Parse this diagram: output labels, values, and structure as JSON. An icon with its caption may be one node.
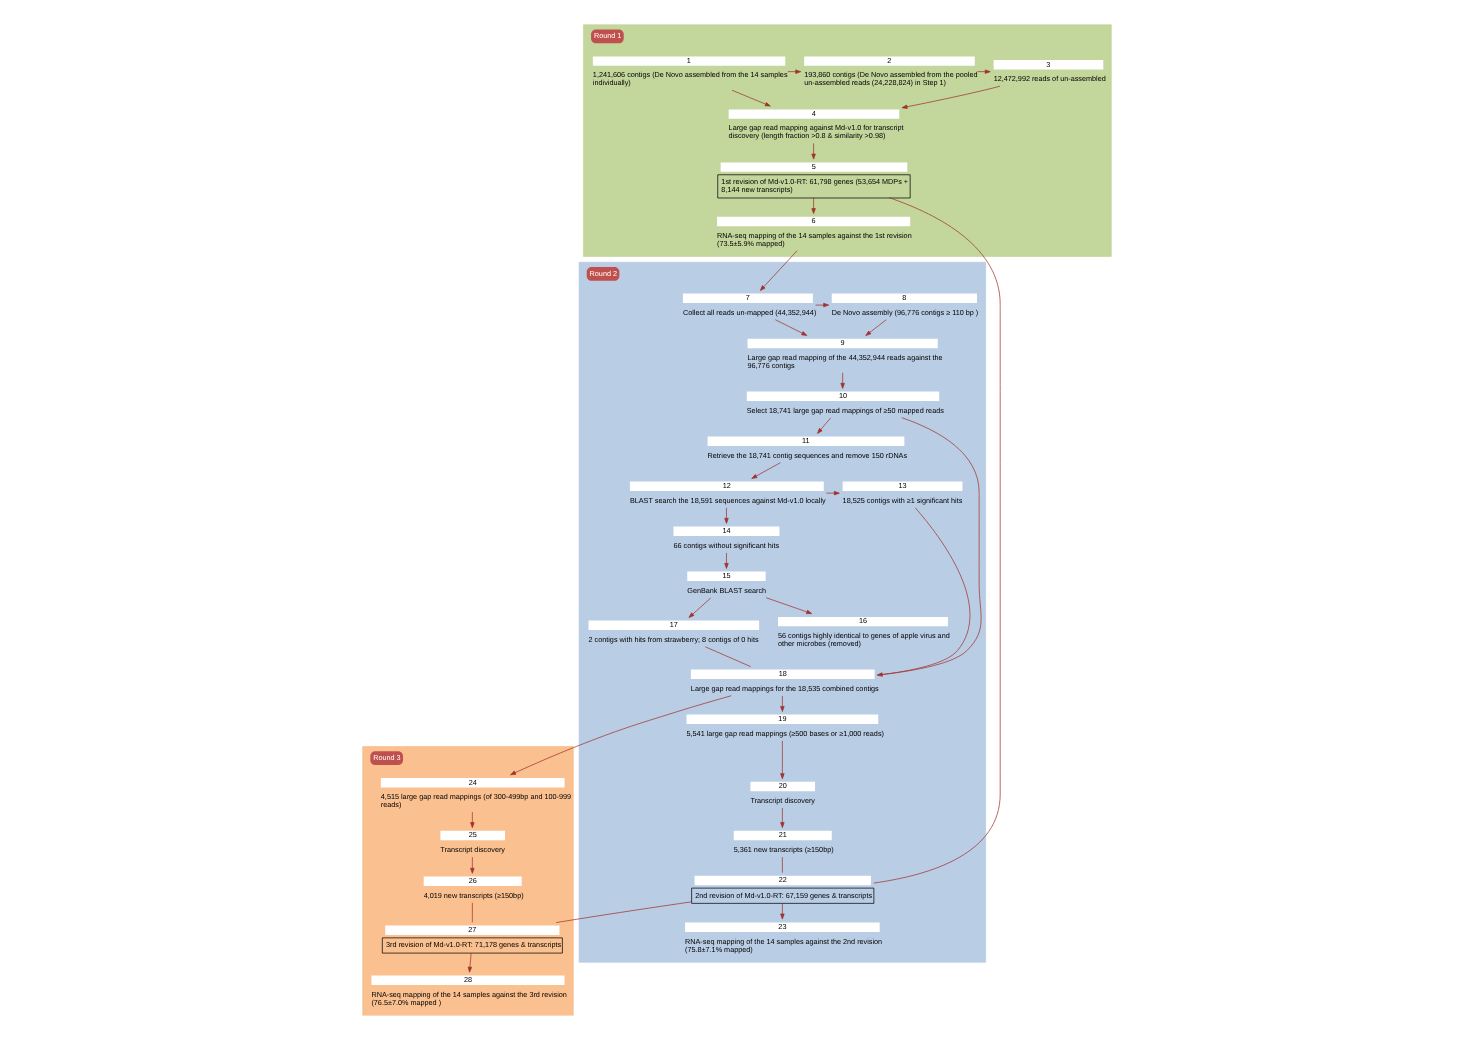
{
  "diagram": {
    "nodes": [
      {
        "text": [
          "Round 1"
        ]
      },
      {
        "text": [
          "1",
          "1,241,606 contigs (De Novo assembled from the 14 samples individually)"
        ],
        "in": 0
      },
      {
        "text": [
          "2",
          "193,860 contigs (De Novo assembled from the pooled un-assembled reads (24,228,824) in Step 1)"
        ],
        "in": 0
      },
      {
        "text": [
          "3",
          "12,472,992 reads of un-assembled"
        ],
        "in": 0
      },
      {
        "text": [
          "4",
          "Large gap read mapping against Md-v1.0 for transcript discovery (length fraction >0.8 & similarity >0.98)"
        ],
        "in": 0
      },
      {
        "text": [
          "5",
          "1st revision of Md-v1.0-RT: 61,798 genes (53,654 MDPs + 8,144 new transcripts)"
        ],
        "in": 0
      },
      {
        "text": [
          "6",
          "RNA-seq mapping of the 14 samples against the 1st revision (73.5±5.9% mapped)"
        ],
        "in": 0
      },
      {
        "text": [
          "Round 2"
        ]
      },
      {
        "text": [
          "7",
          "Collect all reads un-mapped (44,352,944)"
        ],
        "in": 7
      },
      {
        "text": [
          "8",
          "De Novo assembly (96,776 contigs ≥ 110 bp )"
        ],
        "in": 7
      },
      {
        "text": [
          "9",
          "Large gap read mapping of the 44,352,944 reads against the 96,776 contigs"
        ],
        "in": 7
      },
      {
        "text": [
          "10",
          "Select 18,741 large gap read mappings of ≥50 mapped reads"
        ],
        "in": 7
      },
      {
        "text": [
          "11",
          "Retrieve the 18,741 contig sequences and remove 150 rDNAs"
        ],
        "in": 7
      },
      {
        "text": [
          "12",
          "BLAST search the 18,591 sequences against Md-v1.0 locally"
        ],
        "in": 7
      },
      {
        "text": [
          "13",
          "18,525 contigs with ≥1 significant hits"
        ],
        "in": 7
      },
      {
        "text": [
          "14",
          "66 contigs without significant hits"
        ],
        "in": 7
      },
      {
        "text": [
          "15",
          "GenBank BLAST search"
        ],
        "in": 7
      },
      {
        "text": [
          "16",
          "56 contigs highly identical to genes of apple virus and other microbes (removed)"
        ],
        "in": 7
      },
      {
        "text": [
          "17",
          "2 contigs with hits from strawberry; 8 contigs of 0 hits"
        ],
        "in": 7
      },
      {
        "text": [
          "18",
          "Large gap read mappings for the 18,535 combined contigs"
        ],
        "in": 7
      },
      {
        "text": [
          "19",
          "5,541 large gap read mappings (≥500 bases or ≥1,000 reads)"
        ],
        "in": 7
      },
      {
        "text": [
          "20",
          "Transcript discovery"
        ],
        "in": 7
      },
      {
        "text": [
          "21",
          "5,361 new transcripts (≥150bp)"
        ],
        "in": 7
      },
      {
        "text": [
          "22",
          "2nd revision of Md-v1.0-RT: 67,159 genes & transcripts"
        ],
        "in": 7
      },
      {
        "text": [
          "23",
          "RNA-seq mapping of the 14 samples against the 2nd revision (75.8±7.1% mapped)"
        ],
        "in": 7
      },
      {
        "text": [
          "Round 3"
        ]
      },
      {
        "text": [
          "24",
          "4,515 large gap read mappings (of 300-499bp and 100-999 reads)"
        ],
        "in": 25
      },
      {
        "text": [
          "25",
          "Transcript discovery"
        ],
        "in": 25
      },
      {
        "text": [
          "26",
          "4,019 new transcripts (≥150bp)"
        ],
        "in": 25
      },
      {
        "text": [
          "27",
          "3rd revision of Md-v1.0-RT: 71,178 genes & transcripts"
        ],
        "in": 25
      },
      {
        "text": [
          "28",
          "RNA-seq mapping of the 14 samples against the 3rd revision (76.5±7.0% mapped )"
        ],
        "in": 25
      }
    ],
    "edges": [
      {
        "from": 1,
        "to": 2,
        "arrow": "to"
      },
      {
        "from": 2,
        "to": 3,
        "arrow": "to"
      },
      {
        "from": 1,
        "to": 4,
        "arrow": "to"
      },
      {
        "from": 3,
        "to": 4,
        "arrow": "to"
      },
      {
        "from": 4,
        "to": 5,
        "arrow": "to"
      },
      {
        "from": 5,
        "to": 6,
        "arrow": "to"
      },
      {
        "from": 6,
        "to": 8,
        "arrow": "to"
      },
      {
        "from": 5,
        "to": 23,
        "arrow": "none"
      },
      {
        "from": 8,
        "to": 9,
        "arrow": "to"
      },
      {
        "from": 9,
        "to": 10,
        "arrow": "to"
      },
      {
        "from": 8,
        "to": 10,
        "arrow": "to"
      },
      {
        "from": 10,
        "to": 11,
        "arrow": "to"
      },
      {
        "from": 11,
        "to": 12,
        "arrow": "to"
      },
      {
        "from": 12,
        "to": 13,
        "arrow": "to"
      },
      {
        "from": 13,
        "to": 14,
        "arrow": "to"
      },
      {
        "from": 13,
        "to": 15,
        "arrow": "to"
      },
      {
        "from": 11,
        "to": 19,
        "arrow": "to"
      },
      {
        "from": 15,
        "to": 16,
        "arrow": "to"
      },
      {
        "from": 16,
        "to": 17,
        "arrow": "to"
      },
      {
        "from": 16,
        "to": 18,
        "arrow": "to"
      },
      {
        "from": 14,
        "to": 19,
        "arrow": "none"
      },
      {
        "from": 18,
        "to": 19,
        "arrow": "none"
      },
      {
        "from": 19,
        "to": 20,
        "arrow": "to"
      },
      {
        "from": 20,
        "to": 21,
        "arrow": "to"
      },
      {
        "from": 21,
        "to": 22,
        "arrow": "to"
      },
      {
        "from": 22,
        "to": 23,
        "arrow": "none"
      },
      {
        "from": 23,
        "to": 24,
        "arrow": "to"
      },
      {
        "from": 19,
        "to": 26,
        "arrow": "to"
      },
      {
        "from": 26,
        "to": 27,
        "arrow": "to"
      },
      {
        "from": 27,
        "to": 28,
        "arrow": "to"
      },
      {
        "from": 23,
        "to": 29,
        "arrow": "none"
      },
      {
        "from": 28,
        "to": 29,
        "arrow": "none"
      },
      {
        "from": 29,
        "to": 30,
        "arrow": "to"
      }
    ]
  }
}
